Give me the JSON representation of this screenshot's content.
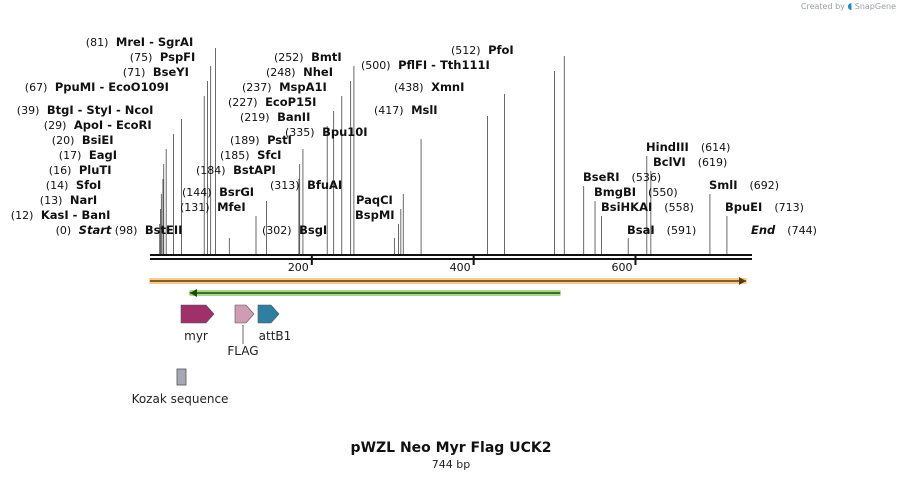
{
  "credit": {
    "prefix": "Created by",
    "brand": "SnapGene"
  },
  "title": "pWZL Neo Myr Flag UCK2",
  "subtitle": "744 bp",
  "sequence_length": 744,
  "ruler_ticks": [
    "200",
    "400",
    "600"
  ],
  "ruler_tick_values": [
    200,
    400,
    600
  ],
  "sites": [
    {
      "name": "Start",
      "pos": "(0)",
      "bp": 0,
      "italic": true
    },
    {
      "name": "KasI",
      "pos": "(12)",
      "bp": 12,
      "alt": "BanI"
    },
    {
      "name": "NarI",
      "pos": "(13)",
      "bp": 13
    },
    {
      "name": "SfoI",
      "pos": "(14)",
      "bp": 14
    },
    {
      "name": "PluTI",
      "pos": "(16)",
      "bp": 16
    },
    {
      "name": "EagI",
      "pos": "(17)",
      "bp": 17
    },
    {
      "name": "BsiEI",
      "pos": "(20)",
      "bp": 20
    },
    {
      "name": "ApoI",
      "pos": "(29)",
      "bp": 29,
      "alt": "EcoRI"
    },
    {
      "name": "BtgI",
      "pos": "(39)",
      "bp": 39,
      "alt": "StyI",
      "alt2": "NcoI"
    },
    {
      "name": "PpuMI",
      "pos": "(67)",
      "bp": 67,
      "alt": "EcoO109I"
    },
    {
      "name": "BseYI",
      "pos": "(71)",
      "bp": 71
    },
    {
      "name": "PspFI",
      "pos": "(75)",
      "bp": 75
    },
    {
      "name": "MreI",
      "pos": "(81)",
      "bp": 81,
      "alt": "SgrAI"
    },
    {
      "name": "BstEII",
      "pos": "(98)",
      "bp": 98,
      "left": true
    },
    {
      "name": "MfeI",
      "pos": "(131)",
      "bp": 131
    },
    {
      "name": "BsrGI",
      "pos": "(144)",
      "bp": 144
    },
    {
      "name": "BstAPI",
      "pos": "(184)",
      "bp": 184
    },
    {
      "name": "SfcI",
      "pos": "(185)",
      "bp": 185
    },
    {
      "name": "PstI",
      "pos": "(189)",
      "bp": 189
    },
    {
      "name": "BanII",
      "pos": "(219)",
      "bp": 219
    },
    {
      "name": "EcoP15I",
      "pos": "(227)",
      "bp": 227
    },
    {
      "name": "MspA1I",
      "pos": "(237)",
      "bp": 237
    },
    {
      "name": "NheI",
      "pos": "(248)",
      "bp": 248
    },
    {
      "name": "BmtI",
      "pos": "(252)",
      "bp": 252
    },
    {
      "name": "BsgI",
      "pos": "(302)",
      "bp": 302,
      "left": true
    },
    {
      "name": "BspMI",
      "pos": "",
      "bp": 307
    },
    {
      "name": "PaqCI",
      "pos": "",
      "bp": 310
    },
    {
      "name": "BfuAI",
      "pos": "(313)",
      "bp": 313,
      "left": true
    },
    {
      "name": "Bpu10I",
      "pos": "(335)",
      "bp": 335,
      "left": true
    },
    {
      "name": "MslI",
      "pos": "(417)",
      "bp": 417
    },
    {
      "name": "XmnI",
      "pos": "(438)",
      "bp": 438
    },
    {
      "name": "PflFI",
      "pos": "(500)",
      "bp": 500,
      "alt": "Tth111I"
    },
    {
      "name": "PfoI",
      "pos": "(512)",
      "bp": 512
    },
    {
      "name": "BseRI",
      "pos": "(536)",
      "bp": 536,
      "right": true
    },
    {
      "name": "BmgBI",
      "pos": "(550)",
      "bp": 550,
      "right": true
    },
    {
      "name": "BsiHKAI",
      "pos": "(558)",
      "bp": 558,
      "right": true
    },
    {
      "name": "BsaI",
      "pos": "(591)",
      "bp": 591,
      "right": true
    },
    {
      "name": "HindIII",
      "pos": "(614)",
      "bp": 614,
      "right": true
    },
    {
      "name": "BclVI",
      "pos": "(619)",
      "bp": 619,
      "right": true
    },
    {
      "name": "SmlI",
      "pos": "(692)",
      "bp": 692,
      "right": true
    },
    {
      "name": "BpuEI",
      "pos": "(713)",
      "bp": 713,
      "right": true
    },
    {
      "name": "End",
      "pos": "(744)",
      "bp": 744,
      "italic": true,
      "right": true
    }
  ],
  "features": [
    {
      "name": "myr",
      "start": 40,
      "end": 81,
      "color": "#a0306a"
    },
    {
      "name": "FLAG",
      "start": 106,
      "end": 130,
      "color": "#cf9cb3"
    },
    {
      "name": "attB1",
      "start": 134,
      "end": 159,
      "color": "#2f7fa0"
    },
    {
      "name": "Kozak sequence",
      "start": 34,
      "end": 45,
      "color": "#a6a8b8"
    }
  ],
  "orfs": [
    {
      "start": 0,
      "end": 744,
      "direction": "forward",
      "color": "#f3a02a"
    },
    {
      "start": 50,
      "end": 510,
      "direction": "reverse",
      "color": "#5db62a"
    }
  ]
}
